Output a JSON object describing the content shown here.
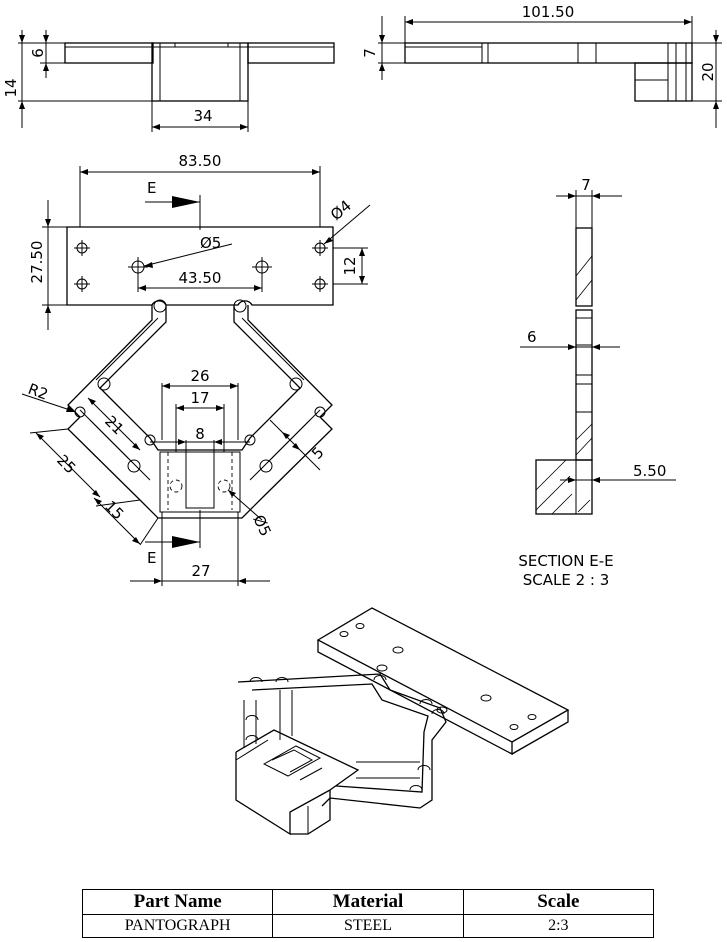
{
  "dimensions": {
    "front_height_small": "6",
    "front_height_total": "14",
    "front_center_width": "34",
    "side_length": "101.50",
    "side_thickness": "7",
    "side_height": "20",
    "top_width": "83.50",
    "top_height": "27.50",
    "hole_dia_4": "Ø4",
    "hole_dia_5_top": "Ø5",
    "hole_spacing": "43.50",
    "hole_offset": "12",
    "radius": "R2",
    "arm_21": "21",
    "arm_25": "25",
    "arm_15": "15",
    "width_26": "26",
    "width_17": "17",
    "width_8": "8",
    "arm_5": "5",
    "hole_dia_5_bottom": "Ø5",
    "base_27": "27",
    "section_7": "7",
    "section_6": "6",
    "section_5_50": "5.50"
  },
  "section_labels": {
    "top": "E",
    "bottom": "E"
  },
  "section_caption": {
    "line1": "SECTION E-E",
    "line2": "SCALE 2 : 3"
  },
  "title_block": {
    "headers": [
      "Part Name",
      "Material",
      "Scale"
    ],
    "values": [
      "PANTOGRAPH",
      "STEEL",
      "2:3"
    ]
  }
}
